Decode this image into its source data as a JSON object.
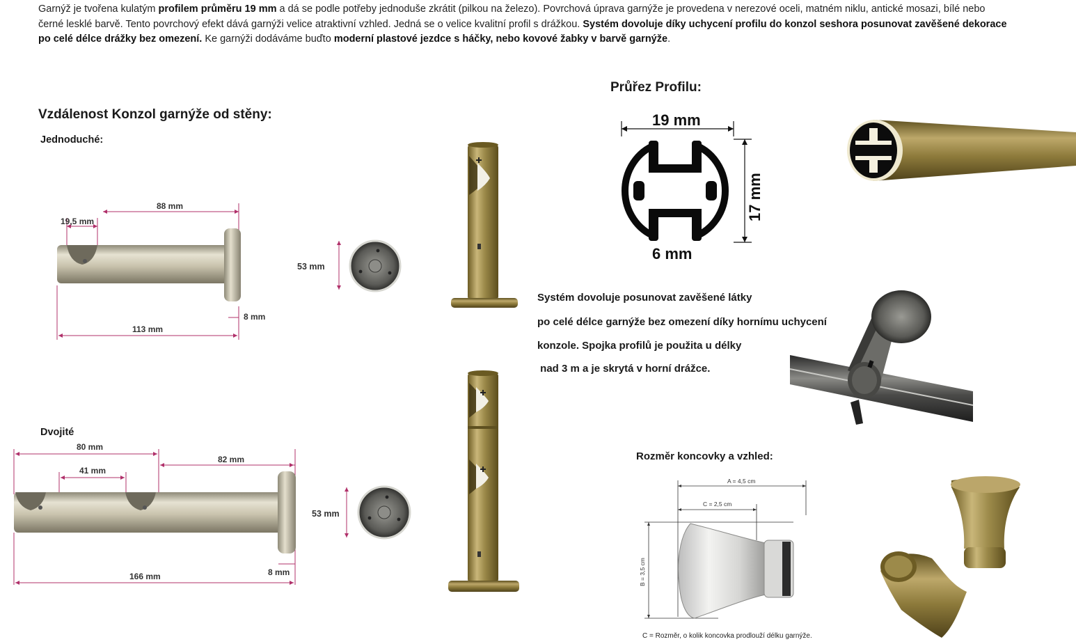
{
  "intro": {
    "p1": "Garnýž je tvořena kulatým ",
    "b1": "profilem průměru 19 mm",
    "p2": " a dá se podle potřeby jednoduše zkrátit (pilkou na železo). Povrchová úprava garnýže je provedena v nerezové oceli, matném niklu, antické mosazi, bílé nebo černé lesklé barvě. Tento povrchový efekt dává garnýži velice atraktivní vzhled. Jedná se o velice kvalitní profil s drážkou. ",
    "b2": "Systém dovoluje díky uchycení profilu do konzol seshora posunovat zavěšené dekorace po celé délce drážky bez omezení.",
    "p3": " Ke garnýži dodáváme buďto ",
    "b3": "moderní plastové jezdce s háčky, nebo kovové žabky v barvě garnýže",
    "p4": "."
  },
  "headings": {
    "consoles": "Vzdálenost Konzol garnýže od stěny:",
    "single": "Jednoduché:",
    "double": "Dvojité",
    "profile": "Průřez Profilu:",
    "finial": "Rozměr koncovky a vzhled:"
  },
  "single_dims": {
    "a": "19,5 mm",
    "b": "88 mm",
    "c": "113 mm",
    "d": "8 mm",
    "e": "53 mm"
  },
  "double_dims": {
    "a": "80 mm",
    "b": "41 mm",
    "c": "82 mm",
    "d": "166 mm",
    "e": "8 mm",
    "f": "53 mm"
  },
  "profile_dims": {
    "width": "19 mm",
    "height": "17 mm",
    "gap": "6 mm"
  },
  "system_text": [
    "Systém dovoluje posunovat zavěšené látky",
    "po celé délce garnýže bez omezení díky hornímu uchycení",
    "konzole. Spojka profilů je použita u délky",
    " nad 3 m a je skrytá v horní drážce."
  ],
  "finial_dims": {
    "a": "A = 4,5 cm",
    "c": "C = 2,5 cm",
    "b": "B = 3,5 cm",
    "note": "C = Rozměr, o kolik koncovka prodlouží délku garnýže."
  },
  "colors": {
    "dimension_line": "#b0306a",
    "brass": "#8a7a3c",
    "nickel": "#c8c2ae"
  }
}
